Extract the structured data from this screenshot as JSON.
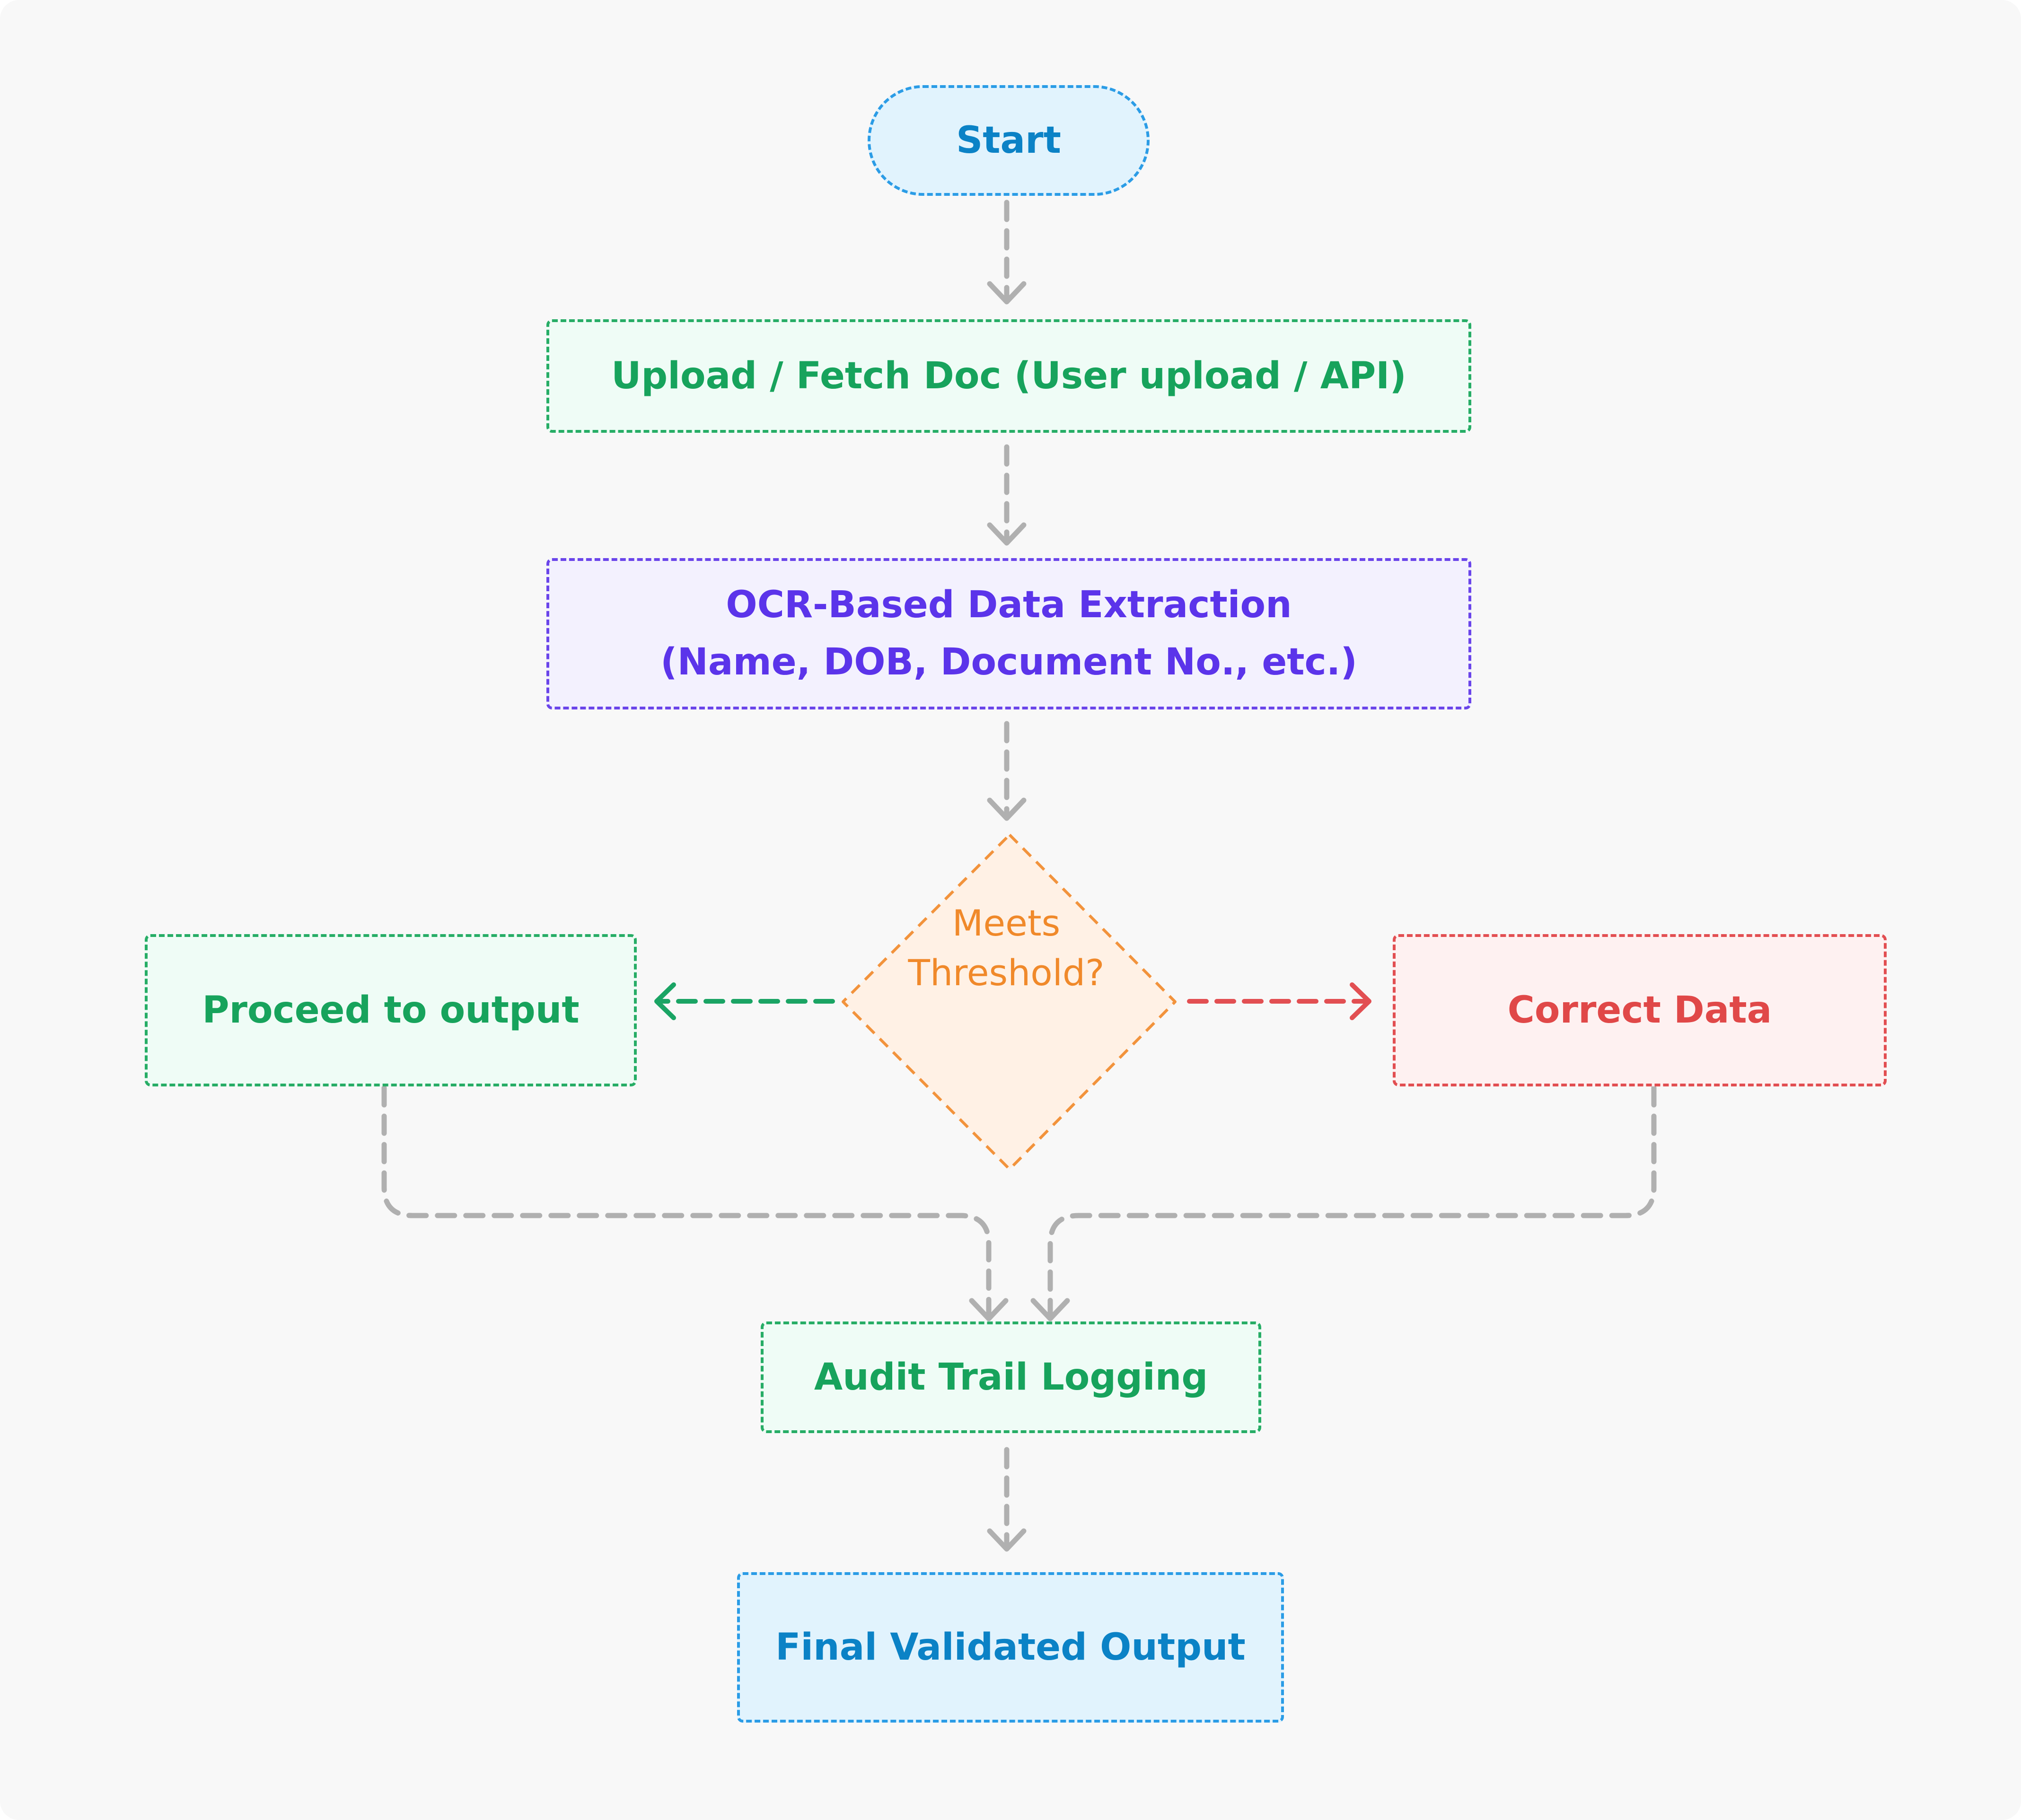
{
  "flowchart": {
    "start": "Start",
    "upload": "Upload / Fetch Doc (User upload / API)",
    "ocr": {
      "line1": "OCR-Based Data Extraction",
      "line2": "(Name, DOB, Document No., etc.)"
    },
    "decision": {
      "line1": "Meets",
      "line2": "Threshold?"
    },
    "proceed": "Proceed to output",
    "correct": "Correct Data",
    "audit": "Audit Trail Logging",
    "final": "Final Validated Output"
  },
  "colors": {
    "background": "#f8f8f8",
    "connector": "#b0b0b0",
    "yes_branch": "#1aa464",
    "no_branch": "#e24f52",
    "decision_border": "#f2933c",
    "decision_fill": "#fff1e5"
  }
}
